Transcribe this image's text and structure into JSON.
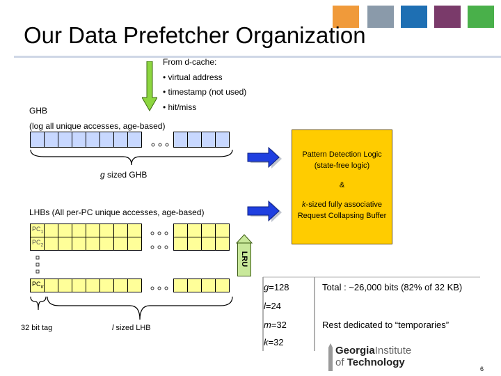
{
  "slide": {
    "title": "Our Data Prefetcher Organization",
    "page_number": "6"
  },
  "inputs": {
    "heading": "From d-cache:",
    "items": [
      "• virtual address",
      "• timestamp (not used)",
      "• hit/miss"
    ]
  },
  "ghb": {
    "label": "GHB",
    "description": "(log all unique accesses, age-based)",
    "size_var": "g",
    "size_label": " sized GHB"
  },
  "lhb": {
    "description": "LHBs (All per-PC unique accesses, age-based)",
    "pc_row1_label": "PC",
    "pc_row1_sub": "1",
    "pc_row2_label": "PC",
    "pc_row2_sub": "2",
    "pc_rowm_label": "PC",
    "pc_rowm_sub": "m",
    "tag_label": "32 bit tag",
    "size_var": "l",
    "size_label": " sized LHB"
  },
  "logic": {
    "line1": "Pattern Detection Logic",
    "line2": "(state-free logic)",
    "amp": "&",
    "var": "k",
    "line3_rest": "-sized fully associative",
    "line4": "Request Collapsing Buffer"
  },
  "lru_label": "LRU",
  "params": {
    "g": {
      "var": "g",
      "rest": "=128"
    },
    "l": {
      "var": "l",
      "rest": "=24"
    },
    "m": {
      "var": "m",
      "rest": "=32"
    },
    "k": {
      "var": "k",
      "rest": "=32"
    },
    "total": "Total : ~26,000 bits (82% of 32 KB)",
    "rest": "Rest dedicated to “temporaries”"
  },
  "logo": {
    "line1_bold": "Georgia",
    "line1_rest": "Institute",
    "line2_pre": "of ",
    "line2_bold": "Technology"
  },
  "colors": {
    "logic_box": "#ffcc00",
    "ghb_cells": "#c8d8ff",
    "lhb_cells": "#ffff99",
    "arrow_blue": "#1f3fe0",
    "input_arrow": "#8dd640",
    "lru_box": "#c8e89a"
  },
  "icons": [
    "down-arrow-icon",
    "right-arrow-icon",
    "up-arrow-icon",
    "brace-icon",
    "georgia-tech-logo"
  ]
}
